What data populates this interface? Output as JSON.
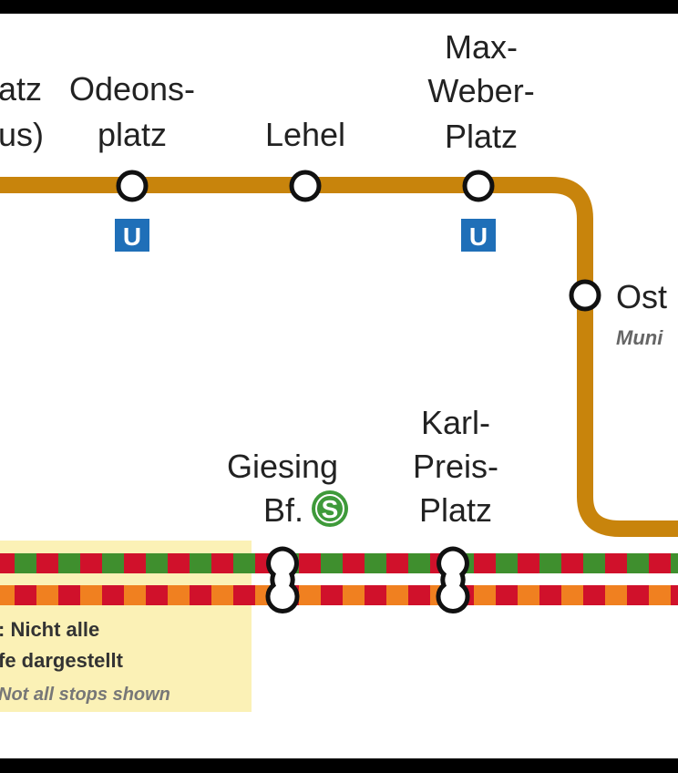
{
  "colors": {
    "u_line": "#c8840c",
    "ubahn_blue": "#1f6fb8",
    "sbahn_green": "#3e9a3a",
    "red": "#d0112b",
    "green": "#3f8f2e",
    "orange": "#f08020",
    "note_bg": "#fbf1b6"
  },
  "stations": {
    "partial_left": {
      "line1": "atz",
      "line2": "us)"
    },
    "odeonsplatz": {
      "line1": "Odeons-",
      "line2": "platz",
      "badge": "U"
    },
    "lehel": {
      "line1": "Lehel"
    },
    "max_weber_platz": {
      "line1": "Max-",
      "line2": "Weber-",
      "line3": "Platz",
      "badge": "U"
    },
    "ostbahnhof": {
      "line1": "Ost",
      "line2": "Muni"
    },
    "giesing": {
      "line1": "Giesing",
      "line2": "Bf.",
      "badge": "S"
    },
    "karl_preis_platz": {
      "line1": "Karl-",
      "line2": "Preis-",
      "line3": "Platz"
    }
  },
  "note": {
    "line1": ": Nicht alle",
    "line2": "fe dargestellt",
    "line3": "Not all stops shown"
  }
}
